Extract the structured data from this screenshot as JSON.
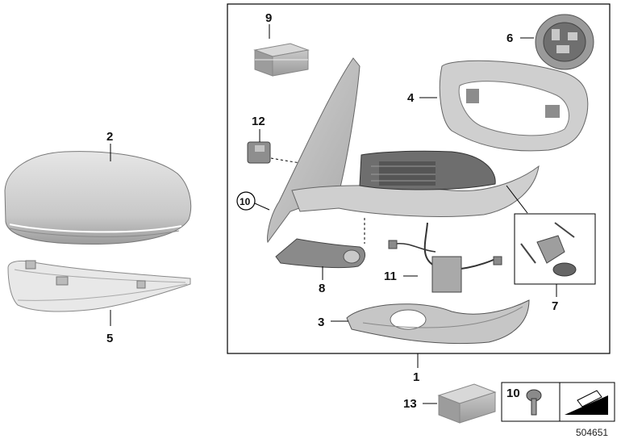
{
  "diagram_id": "504651",
  "callouts": [
    {
      "id": "c1",
      "text": "1"
    },
    {
      "id": "c2",
      "text": "2"
    },
    {
      "id": "c3",
      "text": "3"
    },
    {
      "id": "c4",
      "text": "4"
    },
    {
      "id": "c5",
      "text": "5"
    },
    {
      "id": "c6",
      "text": "6"
    },
    {
      "id": "c7",
      "text": "7"
    },
    {
      "id": "c8",
      "text": "8"
    },
    {
      "id": "c9",
      "text": "9"
    },
    {
      "id": "c10",
      "text": "10"
    },
    {
      "id": "c11",
      "text": "11"
    },
    {
      "id": "c12",
      "text": "12"
    },
    {
      "id": "c13",
      "text": "13"
    },
    {
      "id": "c10b",
      "text": "10"
    }
  ],
  "colors": {
    "part_light": "#d9d9d9",
    "part_mid": "#bdbdbd",
    "part_dark": "#7a7a7a",
    "line": "#000000"
  }
}
